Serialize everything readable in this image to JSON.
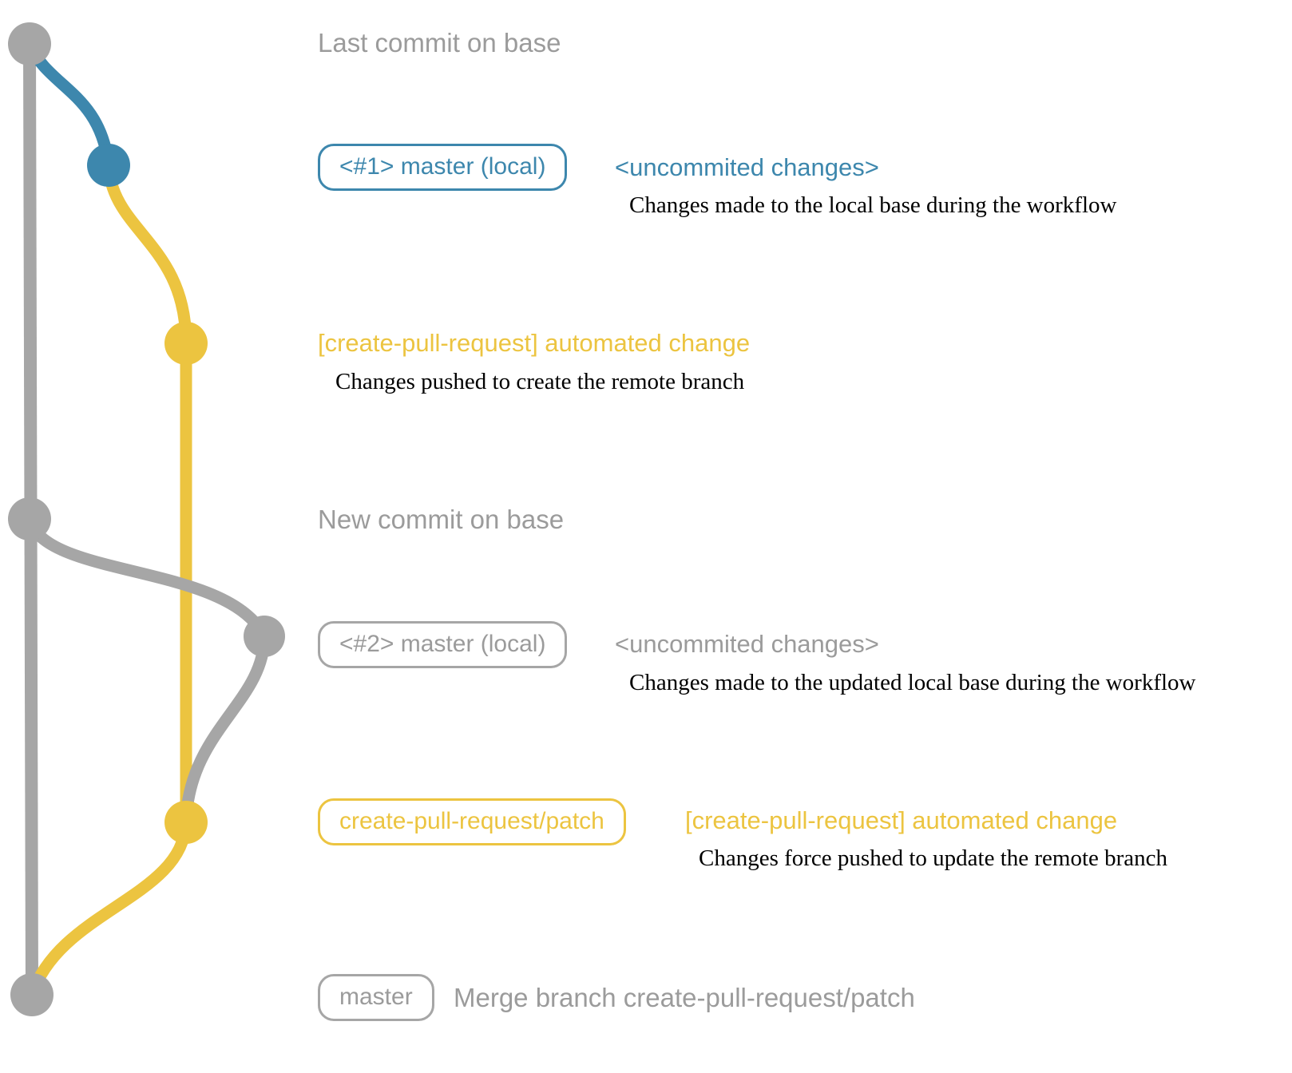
{
  "colors": {
    "base_gray": "#a6a6a6",
    "label_gray": "#9b9b9b",
    "blue": "#3d87ad",
    "yellow": "#ecc440",
    "text_black": "#000000"
  },
  "graph": {
    "type": "git-branch-graph",
    "branches": [
      {
        "name": "base (master remote)",
        "color": "gray"
      },
      {
        "name": "master (local) #1",
        "color": "blue"
      },
      {
        "name": "create-pull-request/patch",
        "color": "yellow"
      },
      {
        "name": "master (local) #2",
        "color": "gray"
      }
    ],
    "commits": [
      {
        "id": "last-commit-on-base",
        "color": "gray"
      },
      {
        "id": "local-uncommitted-1",
        "color": "blue"
      },
      {
        "id": "automated-change-1",
        "color": "yellow"
      },
      {
        "id": "new-commit-on-base",
        "color": "gray"
      },
      {
        "id": "local-uncommitted-2",
        "color": "gray"
      },
      {
        "id": "automated-change-2",
        "color": "yellow"
      },
      {
        "id": "merge-commit",
        "color": "gray"
      }
    ]
  },
  "annotations": {
    "last_commit_label": "Last commit on base",
    "row1": {
      "badge": "<#1> master (local)",
      "title": "<uncommited changes>",
      "desc": "Changes made to the local base during the workflow"
    },
    "row2": {
      "title": "[create-pull-request] automated change",
      "desc": "Changes pushed to create the remote branch"
    },
    "new_commit_label": "New commit on base",
    "row3": {
      "badge": "<#2> master (local)",
      "title": "<uncommited changes>",
      "desc": "Changes made to the updated local base during the workflow"
    },
    "row4": {
      "badge": "create-pull-request/patch",
      "title": "[create-pull-request] automated change",
      "desc": "Changes force pushed to update the remote branch"
    },
    "row5": {
      "badge": "master",
      "desc": "Merge branch create-pull-request/patch"
    }
  }
}
